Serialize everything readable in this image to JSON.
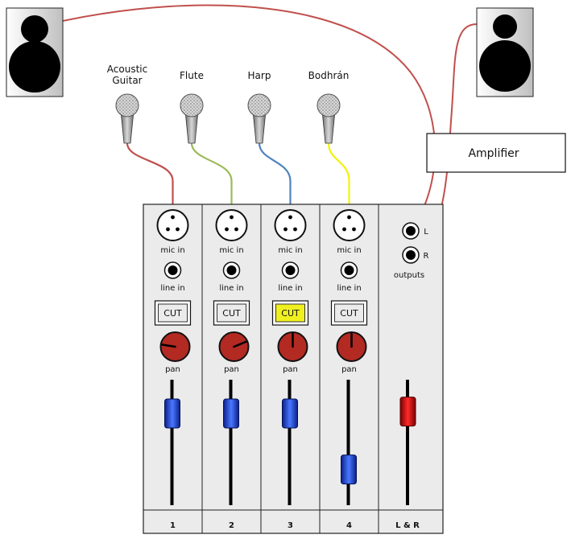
{
  "amplifier": {
    "label": "Amplifier"
  },
  "microphones": [
    {
      "label_line1": "Acoustic",
      "label_line2": "Guitar",
      "cable_color": "#c0504d"
    },
    {
      "label_line1": "Flute",
      "label_line2": "",
      "cable_color": "#9bbb59"
    },
    {
      "label_line1": "Harp",
      "label_line2": "",
      "cable_color": "#4f81bd"
    },
    {
      "label_line1": "Bodhrán",
      "label_line2": "",
      "cable_color": "#f2f20a"
    }
  ],
  "channels": [
    {
      "number": "1",
      "mic_in_label": "mic in",
      "line_in_label": "line in",
      "cut_label": "CUT",
      "cut_active": false,
      "pan_label": "pan",
      "pan_value": -0.6,
      "fader_level": 0.8
    },
    {
      "number": "2",
      "mic_in_label": "mic in",
      "line_in_label": "line in",
      "cut_label": "CUT",
      "cut_active": false,
      "pan_label": "pan",
      "pan_value": 0.5,
      "fader_level": 0.8
    },
    {
      "number": "3",
      "mic_in_label": "mic in",
      "line_in_label": "line in",
      "cut_label": "CUT",
      "cut_active": true,
      "pan_label": "pan",
      "pan_value": 0.0,
      "fader_level": 0.8
    },
    {
      "number": "4",
      "mic_in_label": "mic in",
      "line_in_label": "line in",
      "cut_label": "CUT",
      "cut_active": false,
      "pan_label": "pan",
      "pan_value": 0.0,
      "fader_level": 0.22
    }
  ],
  "master": {
    "label": "L & R",
    "output_left_label": "L",
    "output_right_label": "R",
    "outputs_label": "outputs",
    "fader_level": 0.82
  },
  "colors": {
    "speaker_cable": "#c0504d",
    "cut_active": "#f0f020",
    "channel_fader_knob": "#1f3fd0",
    "master_fader_knob": "#d01010",
    "pan_knob": "#b22a22",
    "mixer_bg": "#ebebeb"
  }
}
